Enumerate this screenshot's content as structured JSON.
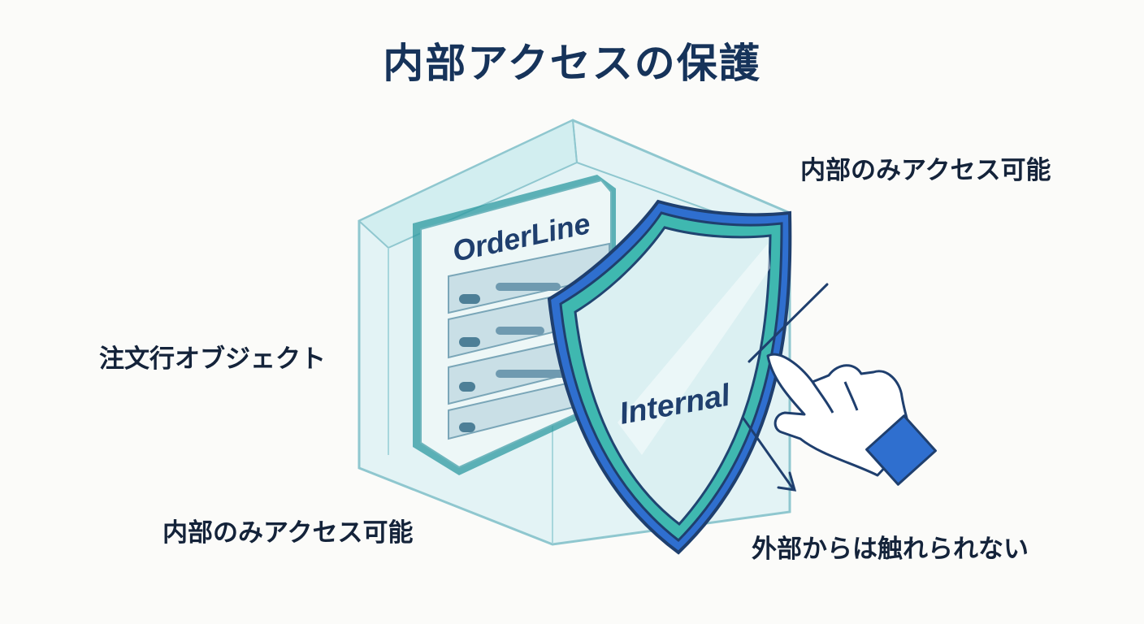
{
  "title": "内部アクセスの保護",
  "labels": {
    "top_right": "内部のみアクセス可能",
    "left": "注文行オブジェクト",
    "bottom_left": "内部のみアクセス可能",
    "bottom_right": "外部からは触れられない"
  },
  "object_card": {
    "title": "OrderLine"
  },
  "shield": {
    "text": "Internal"
  },
  "colors": {
    "title": "#16335a",
    "outline": "#1f3f6e",
    "teal": "#3fb8b0",
    "blue": "#2f6fcf",
    "glass": "#dff1f3"
  }
}
